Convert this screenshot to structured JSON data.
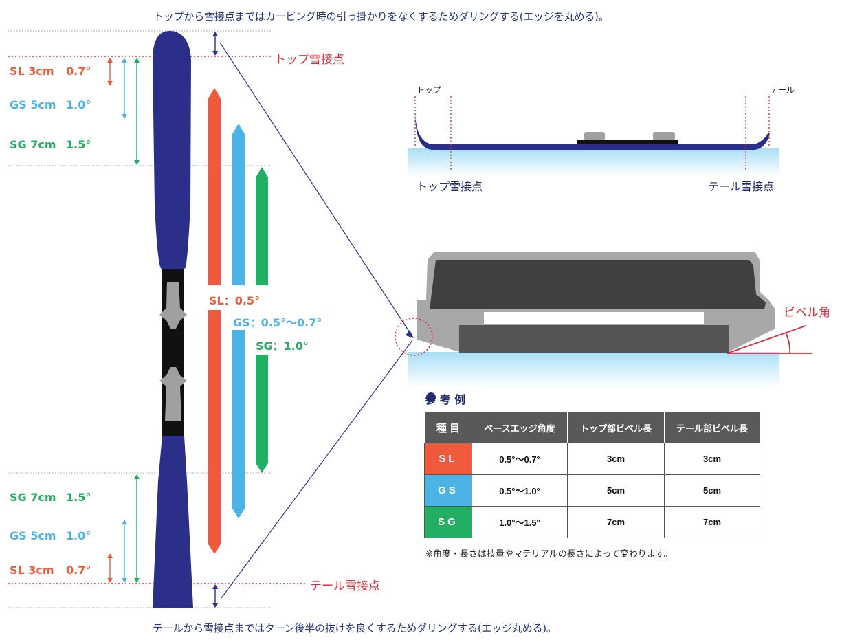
{
  "captions": {
    "top": "トップから雪接点まではカービング時の引っ掛かりをなくするためダリングする(エッジを丸める)。",
    "bottom": "テールから雪接点まではターン後半の抜けを良くするためダリングする(エッジ丸める)。"
  },
  "labels": {
    "top_contact": "トップ雪接点",
    "tail_contact": "テール雪接点",
    "bevel_angle": "ビベル角"
  },
  "top_lengths": [
    {
      "name": "SL 3cm",
      "angle": "0.7°"
    },
    {
      "name": "GS 5cm",
      "angle": "1.0°"
    },
    {
      "name": "SG 7cm",
      "angle": "1.5°"
    }
  ],
  "bottom_lengths": [
    {
      "name": "SG 7cm",
      "angle": "1.5°"
    },
    {
      "name": "GS 5cm",
      "angle": "1.0°"
    },
    {
      "name": "SL 3cm",
      "angle": "0.7°"
    }
  ],
  "base_angles": {
    "sl": "SL：0.5°",
    "gs": "GS：0.5°～0.7°",
    "sg": "SG：1.0°"
  },
  "side_view": {
    "top_small": "トップ",
    "tail_small": "テール",
    "top_contact": "トップ雪接点",
    "tail_contact": "テール雪接点"
  },
  "reference": {
    "title": "参 考 例",
    "headers": [
      "種 目",
      "ベースエッジ角度",
      "トップ部ビベル長",
      "テール部ビベル長"
    ],
    "rows": [
      {
        "cat": "SL",
        "angle": "0.5°～0.7°",
        "top": "3cm",
        "tail": "3cm",
        "color": "#ee5a3b"
      },
      {
        "cat": "GS",
        "angle": "0.5°～1.0°",
        "top": "5cm",
        "tail": "5cm",
        "color": "#4cb3e6"
      },
      {
        "cat": "SG",
        "angle": "1.0°～1.5°",
        "top": "7cm",
        "tail": "7cm",
        "color": "#22ae63"
      }
    ],
    "note": "※角度・長さは技量やマテリアルの長さによって変わります。"
  },
  "colors": {
    "ski": "#2b2f8a",
    "sl": "#ee5a3b",
    "gs": "#4cb3e6",
    "sg": "#22ae63",
    "red": "#e2283a"
  }
}
